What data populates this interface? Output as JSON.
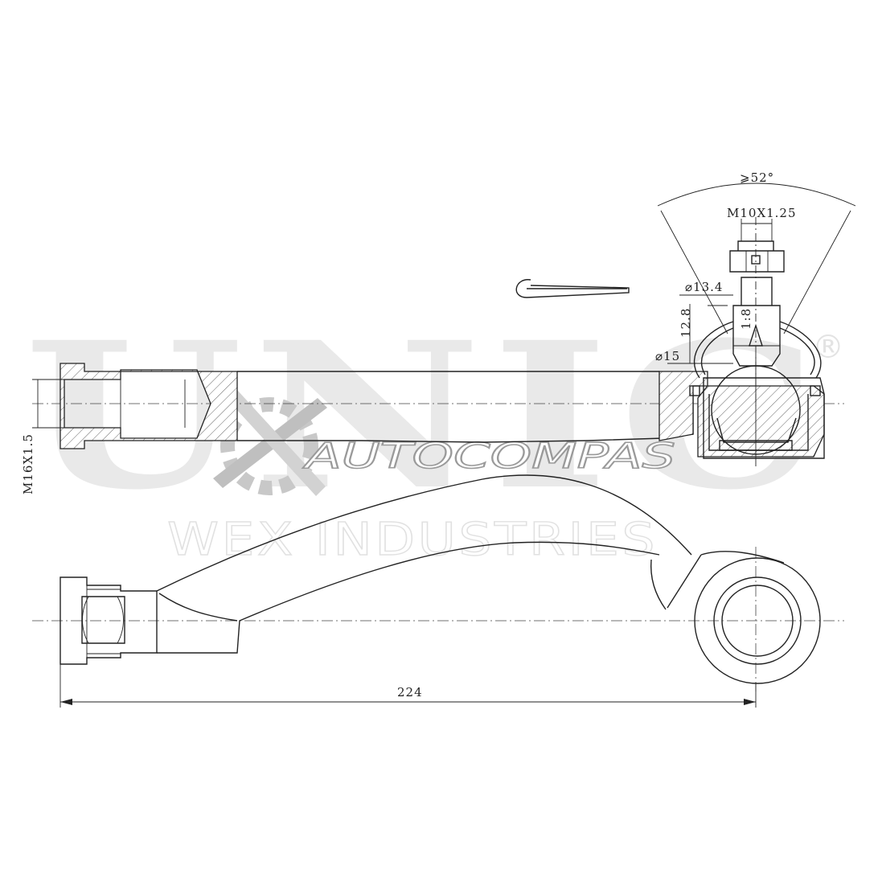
{
  "watermark": {
    "brand_big": "UNIC",
    "registered": "®",
    "brand_name": "AUTOCOMPAS",
    "company": "WEX INDUSTRIES",
    "logo_icon": "gear-bolt-logo"
  },
  "dimensions": {
    "angle": "⩾52°",
    "stud_thread": "M10X1.25",
    "dia_upper": "⌀13.4",
    "height": "12.8",
    "taper": "1:8",
    "dia_lower": "⌀15",
    "inner_thread": "M16X1.5",
    "length": "224"
  },
  "colors": {
    "line": "#222222",
    "watermark_light": "#e9e9e9",
    "watermark_mid": "#9a9a9a"
  }
}
